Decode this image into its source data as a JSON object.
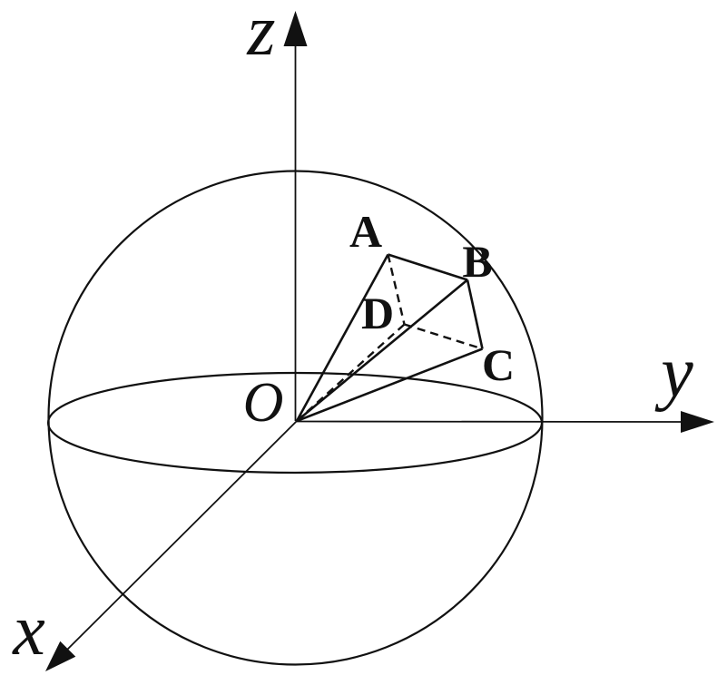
{
  "figure": {
    "background_color": "#ffffff",
    "line_color": "#111111",
    "axis_labels": {
      "x": "x",
      "y": "y",
      "z": "z"
    },
    "origin_label": "O",
    "vertex_labels": {
      "A": "A",
      "B": "B",
      "C": "C",
      "D": "D"
    }
  }
}
